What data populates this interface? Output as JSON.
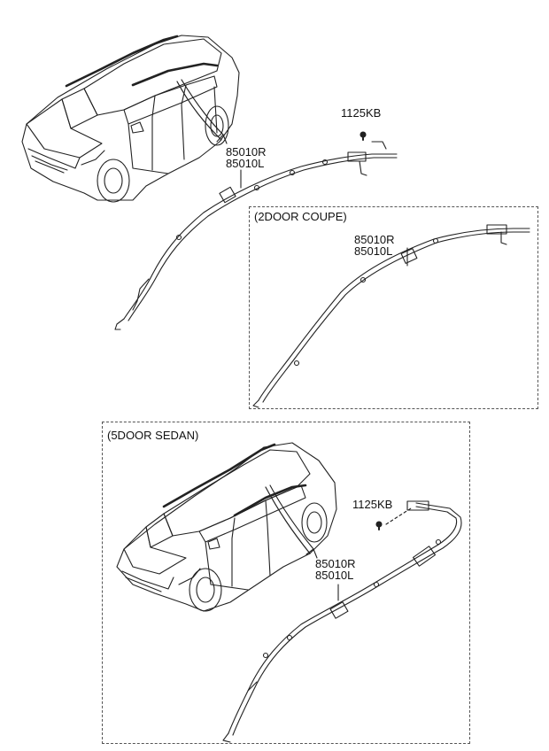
{
  "diagram": {
    "main": {
      "bolt_label": "1125KB",
      "airbag_label_r": "85010R",
      "airbag_label_l": "85010L"
    },
    "coupe": {
      "title": "(2DOOR COUPE)",
      "airbag_label_r": "85010R",
      "airbag_label_l": "85010L"
    },
    "sedan": {
      "title": "(5DOOR SEDAN)",
      "bolt_label": "1125KB",
      "airbag_label_r": "85010R",
      "airbag_label_l": "85010L"
    }
  }
}
